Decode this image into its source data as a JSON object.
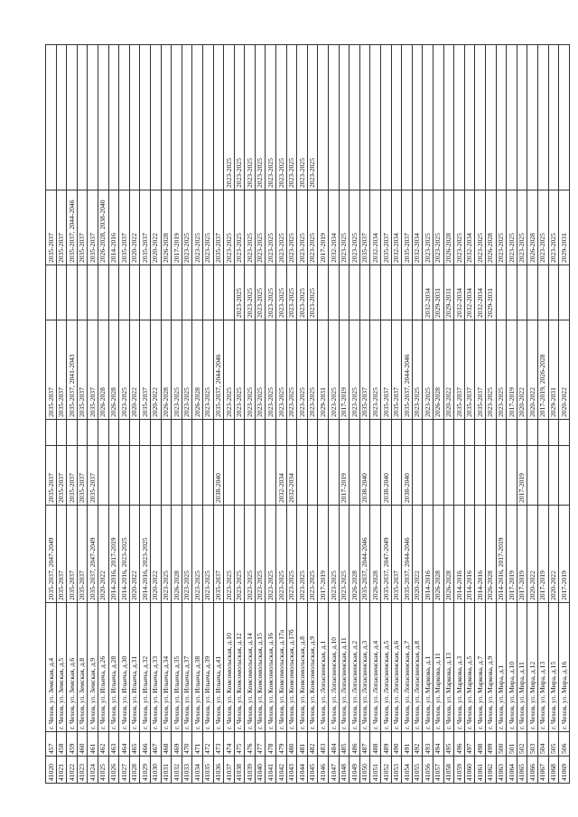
{
  "rows": [
    [
      "41020",
      "457",
      "г. Чехов, ул. Земская, д.4",
      "2035-2037, 2047-2049",
      "2035-2037",
      "",
      "2035-2037",
      "",
      "2035-2037",
      ""
    ],
    [
      "41021",
      "458",
      "г. Чехов, ул. Земская, д.5",
      "2035-2037",
      "2035-2037",
      "",
      "2035-2037",
      "",
      "2035-2037",
      ""
    ],
    [
      "41022",
      "459",
      "г. Чехов, ул. Земская, д.6",
      "2035-2037",
      "2035-2037",
      "",
      "2035-2037, 2041-2043",
      "",
      "2035-2037, 2044-2046",
      ""
    ],
    [
      "41023",
      "460",
      "г. Чехов, ул. Земская, д.8",
      "2035-2037",
      "2035-2037",
      "",
      "2035-2037",
      "",
      "2035-2037",
      ""
    ],
    [
      "41024",
      "461",
      "г. Чехов, ул. Земская, д.9",
      "2035-2037, 2047-2049",
      "2035-2037",
      "",
      "2035-2037",
      "",
      "2035-2037",
      ""
    ],
    [
      "41025",
      "462",
      "г. Чехов, ул. Ильича, д.26",
      "2020-2022",
      "",
      "",
      "2026-2028",
      "",
      "2026-2028, 2038-2040",
      ""
    ],
    [
      "41026",
      "463",
      "г. Чехов, ул. Ильича, д.28",
      "2014-2016, 2017-2019",
      "",
      "",
      "2026-2028",
      "",
      "2014-2016",
      ""
    ],
    [
      "41027",
      "464",
      "г. Чехов, ул. Ильича, д.30",
      "2014-2016, 2023-2025",
      "",
      "",
      "2023-2025",
      "",
      "2035-2037",
      ""
    ],
    [
      "41028",
      "465",
      "г. Чехов, ул. Ильича, д.31",
      "2020-2022",
      "",
      "",
      "2020-2022",
      "",
      "2020-2022",
      ""
    ],
    [
      "41029",
      "466",
      "г. Чехов, ул. Ильича, д.32",
      "2014-2016, 2023-2025",
      "",
      "",
      "2035-2037",
      "",
      "2035-2037",
      ""
    ],
    [
      "41030",
      "467",
      "г. Чехов, ул. Ильича, д.33",
      "2020-2022",
      "",
      "",
      "2020-2022",
      "",
      "2020-2022",
      ""
    ],
    [
      "41031",
      "468",
      "г. Чехов, ул. Ильича, д.34",
      "2023-2025",
      "",
      "",
      "2026-2028",
      "",
      "2026-2028",
      ""
    ],
    [
      "41032",
      "469",
      "г. Чехов, ул. Ильича, д.35",
      "2026-2028",
      "",
      "",
      "2023-2025",
      "",
      "2017-2019",
      ""
    ],
    [
      "41033",
      "470",
      "г. Чехов, ул. Ильича, д.37",
      "2023-2025",
      "",
      "",
      "2023-2025",
      "",
      "2023-2025",
      ""
    ],
    [
      "41034",
      "471",
      "г. Чехов, ул. Ильича, д.38",
      "2023-2025",
      "",
      "",
      "2026-2028",
      "",
      "2023-2025",
      ""
    ],
    [
      "41035",
      "472",
      "г. Чехов, ул. Ильича, д.39",
      "2023-2025",
      "",
      "",
      "2023-2025",
      "",
      "2023-2025",
      ""
    ],
    [
      "41036",
      "473",
      "г. Чехов, ул. Ильича, д.41",
      "2035-2037",
      "2038-2040",
      "",
      "2035-2037, 2044-2046",
      "",
      "2035-2037",
      ""
    ],
    [
      "41037",
      "474",
      "г. Чехов, ул. Комсомольская, д.10",
      "2023-2025",
      "",
      "",
      "2023-2025",
      "",
      "2023-2025",
      "2023-2025"
    ],
    [
      "41038",
      "475",
      "г. Чехов, ул. Комсомольская, д.12",
      "2023-2025",
      "",
      "",
      "2023-2025",
      "2023-2025",
      "2023-2025",
      "2023-2025"
    ],
    [
      "41039",
      "476",
      "г. Чехов, ул. Комсомольская, д.14",
      "2023-2025",
      "",
      "",
      "2023-2025",
      "2023-2025",
      "2023-2025",
      "2023-2025"
    ],
    [
      "41040",
      "477",
      "г. Чехов, ул. Комсомольская, д.15",
      "2023-2025",
      "",
      "",
      "2023-2025",
      "2023-2025",
      "2023-2025",
      "2023-2025"
    ],
    [
      "41041",
      "478",
      "г. Чехов, ул. Комсомольская, д.16",
      "2023-2025",
      "",
      "",
      "2023-2025",
      "2023-2025",
      "2023-2025",
      "2023-2025"
    ],
    [
      "41042",
      "479",
      "г. Чехов, ул. Комсомольская, д.17а",
      "2023-2025",
      "2032-2034",
      "",
      "2023-2025",
      "2023-2025",
      "2023-2025",
      "2023-2025"
    ],
    [
      "41043",
      "480",
      "г. Чехов, ул. Комсомольская, д.17б",
      "2023-2025",
      "2032-2034",
      "",
      "2023-2025",
      "2023-2025",
      "2023-2025",
      "2023-2025"
    ],
    [
      "41044",
      "481",
      "г. Чехов, ул. Комсомольская, д.8",
      "2023-2025",
      "",
      "",
      "2023-2025",
      "2023-2025",
      "2023-2025",
      "2023-2025"
    ],
    [
      "41045",
      "482",
      "г. Чехов, ул. Комсомольская, д.9",
      "2023-2025",
      "",
      "",
      "2023-2025",
      "2023-2025",
      "2023-2025",
      "2023-2025"
    ],
    [
      "41046",
      "483",
      "г. Чехов, ул. Лопасненская, д.1",
      "2017-2019",
      "",
      "",
      "2029-2031",
      "",
      "2017-2019",
      ""
    ],
    [
      "41047",
      "484",
      "г. Чехов, ул. Лопасненская, д.10",
      "2023-2025",
      "",
      "",
      "2023-2025",
      "",
      "2032-2034",
      ""
    ],
    [
      "41048",
      "485",
      "г. Чехов, ул. Лопасненская, д.11",
      "2023-2025",
      "2017-2019",
      "",
      "2017-2019",
      "",
      "2023-2025",
      ""
    ],
    [
      "41049",
      "486",
      "г. Чехов, ул. Лопасненская, д.2",
      "2026-2028",
      "",
      "",
      "2023-2025",
      "",
      "2023-2025",
      ""
    ],
    [
      "41050",
      "487",
      "г. Чехов, ул. Лопасненская, д.3",
      "2035-2037, 2044-2046",
      "2038-2040",
      "",
      "2035-2037",
      "",
      "2035-2037",
      ""
    ],
    [
      "41051",
      "488",
      "г. Чехов, ул. Лопасненская, д.4",
      "2026-2028",
      "",
      "",
      "2023-2025",
      "",
      "2032-2034",
      ""
    ],
    [
      "41052",
      "489",
      "г. Чехов, ул. Лопасненская, д.5",
      "2035-2037, 2047-2049",
      "2038-2040",
      "",
      "2035-2037",
      "",
      "2035-2037",
      ""
    ],
    [
      "41053",
      "490",
      "г. Чехов, ул. Лопасненская, д.6",
      "2035-2037",
      "",
      "",
      "2035-2037",
      "",
      "2032-2034",
      ""
    ],
    [
      "41054",
      "491",
      "г. Чехов, ул. Лопасненская, д.7",
      "2035-2037, 2044-2046",
      "2038-2040",
      "",
      "2035-2037, 2044-2046",
      "",
      "2035-2037",
      ""
    ],
    [
      "41055",
      "492",
      "г. Чехов, ул. Лопасненская, д.8",
      "2020-2022",
      "",
      "",
      "2023-2025",
      "",
      "2032-2034",
      ""
    ],
    [
      "41056",
      "493",
      "г. Чехов, ул. Маркова, д.1",
      "2014-2016",
      "",
      "",
      "2023-2025",
      "2032-2034",
      "2023-2025",
      ""
    ],
    [
      "41057",
      "494",
      "г. Чехов, ул. Маркова, д.11",
      "2026-2028",
      "",
      "",
      "2026-2028",
      "2029-2031",
      "2023-2025",
      ""
    ],
    [
      "41058",
      "495",
      "г. Чехов, ул. Маркова, д.13",
      "2026-2028",
      "",
      "",
      "2020-2022",
      "2029-2031",
      "2026-2028",
      ""
    ],
    [
      "41059",
      "496",
      "г. Чехов, ул. Маркова, д.3",
      "2014-2016",
      "",
      "",
      "2035-2037",
      "2032-2034",
      "2023-2025",
      ""
    ],
    [
      "41060",
      "497",
      "г. Чехов, ул. Маркова, д.5",
      "2014-2016",
      "",
      "",
      "2035-2037",
      "2032-2034",
      "2032-2034",
      ""
    ],
    [
      "41061",
      "498",
      "г. Чехов, ул. Маркова, д.7",
      "2014-2016",
      "",
      "",
      "2035-2037",
      "2032-2034",
      "2023-2025",
      ""
    ],
    [
      "41062",
      "499",
      "г. Чехов, ул. Маркова, д.9",
      "2026-2028",
      "",
      "",
      "2023-2025",
      "2029-2031",
      "2026-2028",
      ""
    ],
    [
      "41063",
      "500",
      "г. Чехов, ул. Мира, д.1",
      "2014-2016, 2017-2019",
      "",
      "",
      "2023-2025",
      "",
      "2023-2025",
      ""
    ],
    [
      "41064",
      "501",
      "г. Чехов, ул. Мира, д.10",
      "2017-2019",
      "",
      "",
      "2017-2019",
      "",
      "2023-2025",
      ""
    ],
    [
      "41065",
      "502",
      "г. Чехов, ул. Мира, д.11",
      "2017-2019",
      "2017-2019",
      "",
      "2020-2022",
      "",
      "2023-2025",
      ""
    ],
    [
      "41066",
      "503",
      "г. Чехов, ул. Мира, д.12",
      "2020-2022",
      "",
      "",
      "2020-2022",
      "",
      "2026-2028",
      ""
    ],
    [
      "41067",
      "504",
      "г. Чехов, ул. Мира, д.13",
      "2017-2019",
      "",
      "",
      "2017-2019, 2026-2028",
      "",
      "2023-2025",
      ""
    ],
    [
      "41068",
      "505",
      "г. Чехов, ул. Мира, д.15",
      "2020-2022",
      "",
      "",
      "2029-2031",
      "",
      "2023-2025",
      ""
    ],
    [
      "41069",
      "506",
      "г. Чехов, ул. Мира, д.16",
      "2017-2019",
      "",
      "",
      "2020-2022",
      "",
      "2029-2031",
      ""
    ]
  ]
}
